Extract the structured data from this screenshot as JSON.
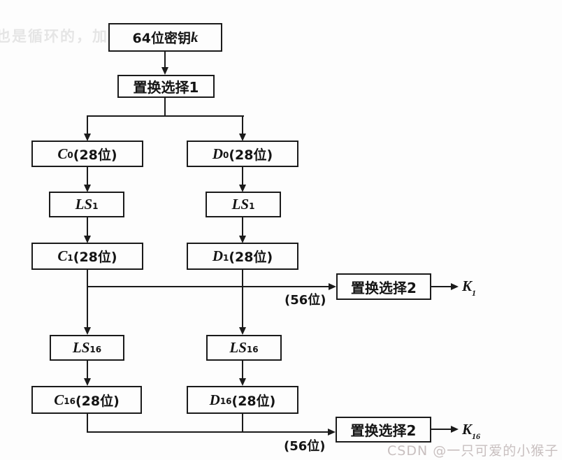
{
  "page": {
    "background": "#fdfdfd",
    "line_color": "#1b1b1b",
    "text_color": "#141414",
    "watermark_color": "#c8bfbf"
  },
  "ghost_text": "也是循环的，加",
  "watermark": "CSDN @一只可爱的小猴子",
  "nodes": {
    "key64": {
      "prefix": "64位密钥",
      "var": "k"
    },
    "pc1": {
      "label": "置换选择1"
    },
    "c0": {
      "var": "C",
      "sub": "0",
      "suffix": "(28位)"
    },
    "d0": {
      "var": "D",
      "sub": "0",
      "suffix": "(28位)"
    },
    "ls1_left": {
      "var": "LS",
      "sub": "1"
    },
    "ls1_right": {
      "var": "LS",
      "sub": "1"
    },
    "c1": {
      "var": "C",
      "sub": "1",
      "suffix": "(28位)"
    },
    "d1": {
      "var": "D",
      "sub": "1",
      "suffix": "(28位)"
    },
    "pc2_upper": {
      "label": "置换选择2"
    },
    "bits56_upper": {
      "label": "(56位)"
    },
    "k1": {
      "var": "K",
      "sub": "1"
    },
    "ls16_left": {
      "var": "LS",
      "sub": "16"
    },
    "ls16_right": {
      "var": "LS",
      "sub": "16"
    },
    "c16": {
      "var": "C",
      "sub": "16",
      "suffix": "(28位)"
    },
    "d16": {
      "var": "D",
      "sub": "16",
      "suffix": "(28位)"
    },
    "pc2_lower": {
      "label": "置换选择2"
    },
    "bits56_lower": {
      "label": "(56位)"
    },
    "k16": {
      "var": "K",
      "sub": "16"
    }
  }
}
